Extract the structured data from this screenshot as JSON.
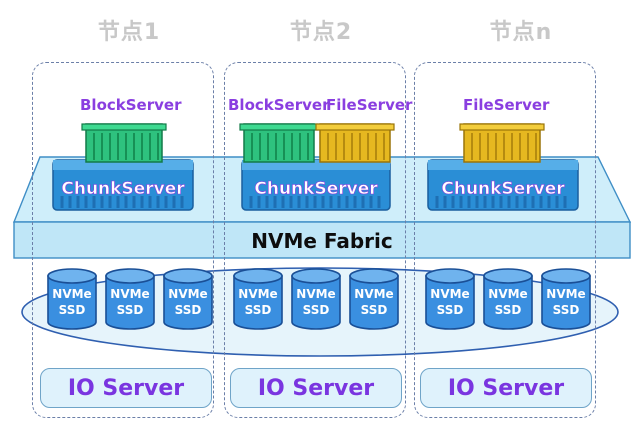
{
  "nodes": [
    {
      "title": "节点1",
      "io": "IO Server"
    },
    {
      "title": "节点2",
      "io": "IO Server"
    },
    {
      "title": "节点n",
      "io": "IO Server"
    }
  ],
  "fabric_label": "NVMe Fabric",
  "chunk_label": "ChunkServer",
  "containers": [
    {
      "label": "BlockServer",
      "kind": "block",
      "color": "#2ec27e"
    },
    {
      "label": "BlockServer",
      "kind": "block",
      "color": "#2ec27e"
    },
    {
      "label": "FileServer",
      "kind": "file",
      "color": "#e6b820"
    },
    {
      "label": "FileServer",
      "kind": "file",
      "color": "#e6b820"
    }
  ],
  "ssd": {
    "line1": "NVMe",
    "line2": "SSD",
    "per_node": 3
  },
  "colors": {
    "chunk": "#2a8ed6",
    "fabric": "#bfe6f7",
    "ssd": "#3a8fe0",
    "purple": "#8a3ee0"
  }
}
